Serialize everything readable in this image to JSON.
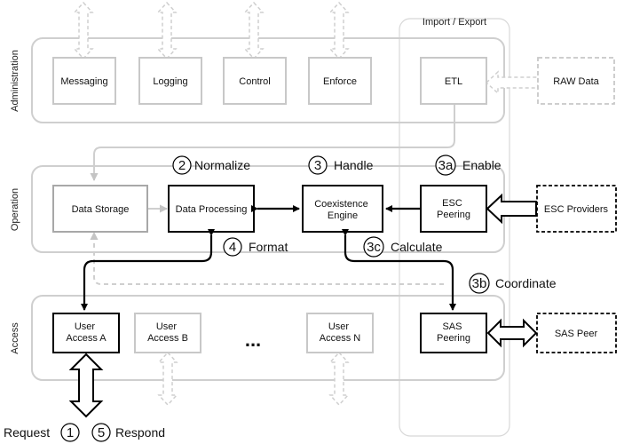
{
  "layers": {
    "administration": "Administration",
    "operation": "Operation",
    "access": "Access"
  },
  "import_export": "Import / Export",
  "boxes": {
    "messaging": "Messaging",
    "logging": "Logging",
    "control": "Control",
    "enforce": "Enforce",
    "etl": "ETL",
    "raw_data": "RAW Data",
    "data_storage": "Data Storage",
    "data_processing": "Data Processing",
    "coexistence_engine": [
      "Coexistence",
      "Engine"
    ],
    "esc_peering": [
      "ESC",
      "Peering"
    ],
    "esc_providers": "ESC Providers",
    "user_access_a": [
      "User",
      "Access A"
    ],
    "user_access_b": [
      "User",
      "Access B"
    ],
    "ellipsis": "...",
    "user_access_n": [
      "User",
      "Access N"
    ],
    "sas_peering": [
      "SAS",
      "Peering"
    ],
    "sas_peer": "SAS Peer"
  },
  "steps": {
    "normalize": {
      "num": "2",
      "label": "Normalize"
    },
    "handle": {
      "num": "3",
      "label": "Handle"
    },
    "enable": {
      "num": "3a",
      "label": "Enable"
    },
    "format": {
      "num": "4",
      "label": "Format"
    },
    "calculate": {
      "num": "3c",
      "label": "Calculate"
    },
    "coordinate": {
      "num": "3b",
      "label": "Coordinate"
    },
    "request": {
      "num": "1",
      "label": "Request"
    },
    "respond": {
      "num": "5",
      "label": "Respond"
    }
  },
  "colors": {
    "light_grey": "#cfcfcf",
    "mid_grey": "#a8a8a8",
    "black": "#000000"
  }
}
